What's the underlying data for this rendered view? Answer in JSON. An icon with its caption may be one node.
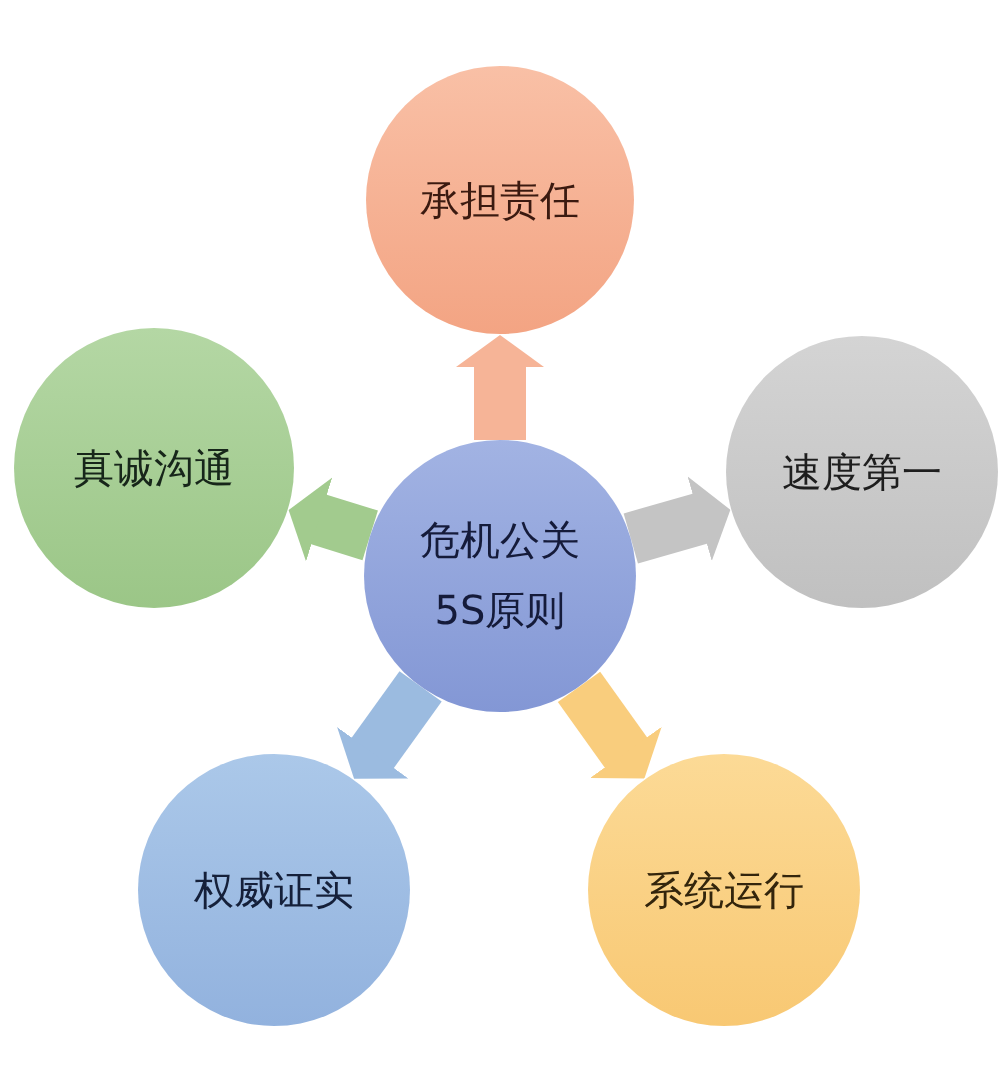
{
  "diagram": {
    "nodes": [
      {
        "text": [
          "承担责任"
        ]
      },
      {
        "text": [
          "真诚沟通"
        ]
      },
      {
        "text": [
          "危机公关5S原则"
        ]
      },
      {
        "text": [
          "速度第一"
        ]
      },
      {
        "text": [
          "权威证实"
        ]
      },
      {
        "text": [
          "系统运行"
        ]
      }
    ],
    "edges": [
      {
        "from": 2,
        "to": 0,
        "arrow": "to",
        "color": "#f6b497"
      },
      {
        "from": 2,
        "to": 1,
        "arrow": "to",
        "color": "#a2cb8e"
      },
      {
        "from": 2,
        "to": 3,
        "arrow": "to",
        "color": "#c4c4c4"
      },
      {
        "from": 2,
        "to": 4,
        "arrow": "to",
        "color": "#9bbbe0"
      },
      {
        "from": 2,
        "to": 5,
        "arrow": "to",
        "color": "#f9cd7d"
      }
    ]
  }
}
